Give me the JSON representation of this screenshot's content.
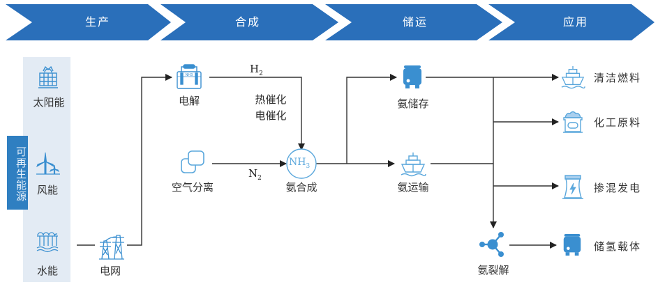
{
  "colors": {
    "banner_blue": "#2a6fba",
    "icon_blue": "#3a8fd0",
    "icon_light_blue": "#5aa7dc",
    "panel_bg": "#e3ebf4",
    "renew_box": "#2f7fc1",
    "line": "#333333"
  },
  "stages": [
    {
      "label": "生产"
    },
    {
      "label": "合成"
    },
    {
      "label": "储运"
    },
    {
      "label": "应用"
    }
  ],
  "sources": {
    "group_label": "可再生能源",
    "items": [
      {
        "label": "太阳能",
        "icon": "solar-panel-icon"
      },
      {
        "label": "风能",
        "icon": "wind-turbine-icon"
      },
      {
        "label": "水能",
        "icon": "hydro-dam-icon"
      }
    ]
  },
  "grid": {
    "label": "电网",
    "icon": "power-tower-icon"
  },
  "synthesis": {
    "electrolysis": {
      "label": "电解",
      "icon": "electrolyzer-icon"
    },
    "air_separation": {
      "label": "空气分离",
      "icon": "air-separation-icon"
    },
    "h2": {
      "base": "H",
      "sub": "2"
    },
    "n2": {
      "base": "N",
      "sub": "2"
    },
    "methods": [
      "热催化",
      "电催化"
    ],
    "nh3": {
      "base": "NH",
      "sub": "3"
    },
    "ammonia_synthesis_label": "氨合成"
  },
  "storage_transport": {
    "storage": {
      "label": "氨储存",
      "icon": "storage-tank-icon"
    },
    "transport": {
      "label": "氨运输",
      "icon": "ship-icon"
    }
  },
  "applications": {
    "items": [
      {
        "label": "清洁燃料",
        "icon": "ship-icon"
      },
      {
        "label": "化工原料",
        "icon": "chemical-silo-icon"
      },
      {
        "label": "掺混发电",
        "icon": "power-plant-icon"
      },
      {
        "label": "储氢载体",
        "icon": "storage-tank-icon"
      }
    ],
    "cracking": {
      "label": "氨裂解",
      "icon": "molecule-icon"
    }
  }
}
